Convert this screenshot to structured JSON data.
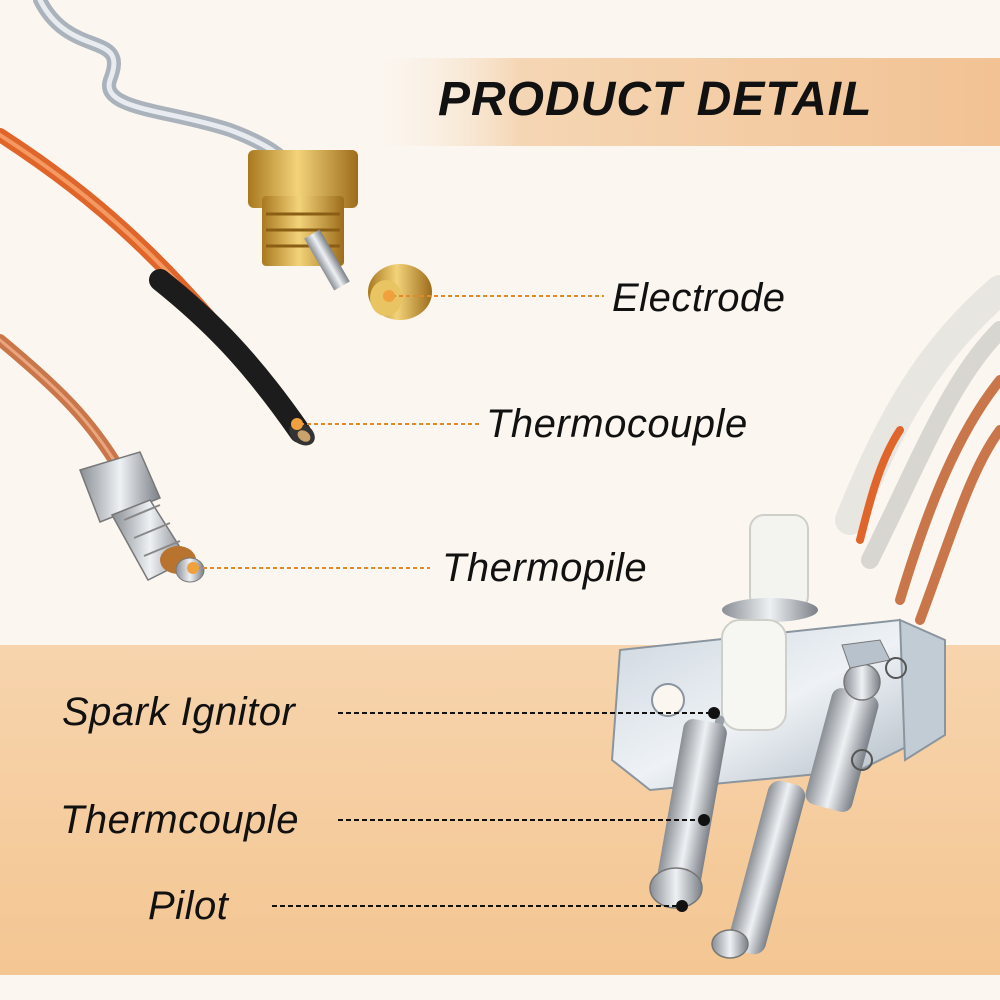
{
  "header": {
    "title": "PRODUCT DETAIL"
  },
  "top_labels": [
    "Electrode",
    "Thermocouple",
    "Thermopile"
  ],
  "bottom_labels": [
    "Spark Ignitor",
    "Thermcouple",
    "Pilot"
  ],
  "colors": {
    "banner_orange": "#f3c89a",
    "bottom_panel": "#f6cfa3",
    "leader_dot_orange": "#f0a13d",
    "copper": "#c9774a",
    "orange_wire": "#e0652a",
    "brass": "#d9b04a"
  }
}
